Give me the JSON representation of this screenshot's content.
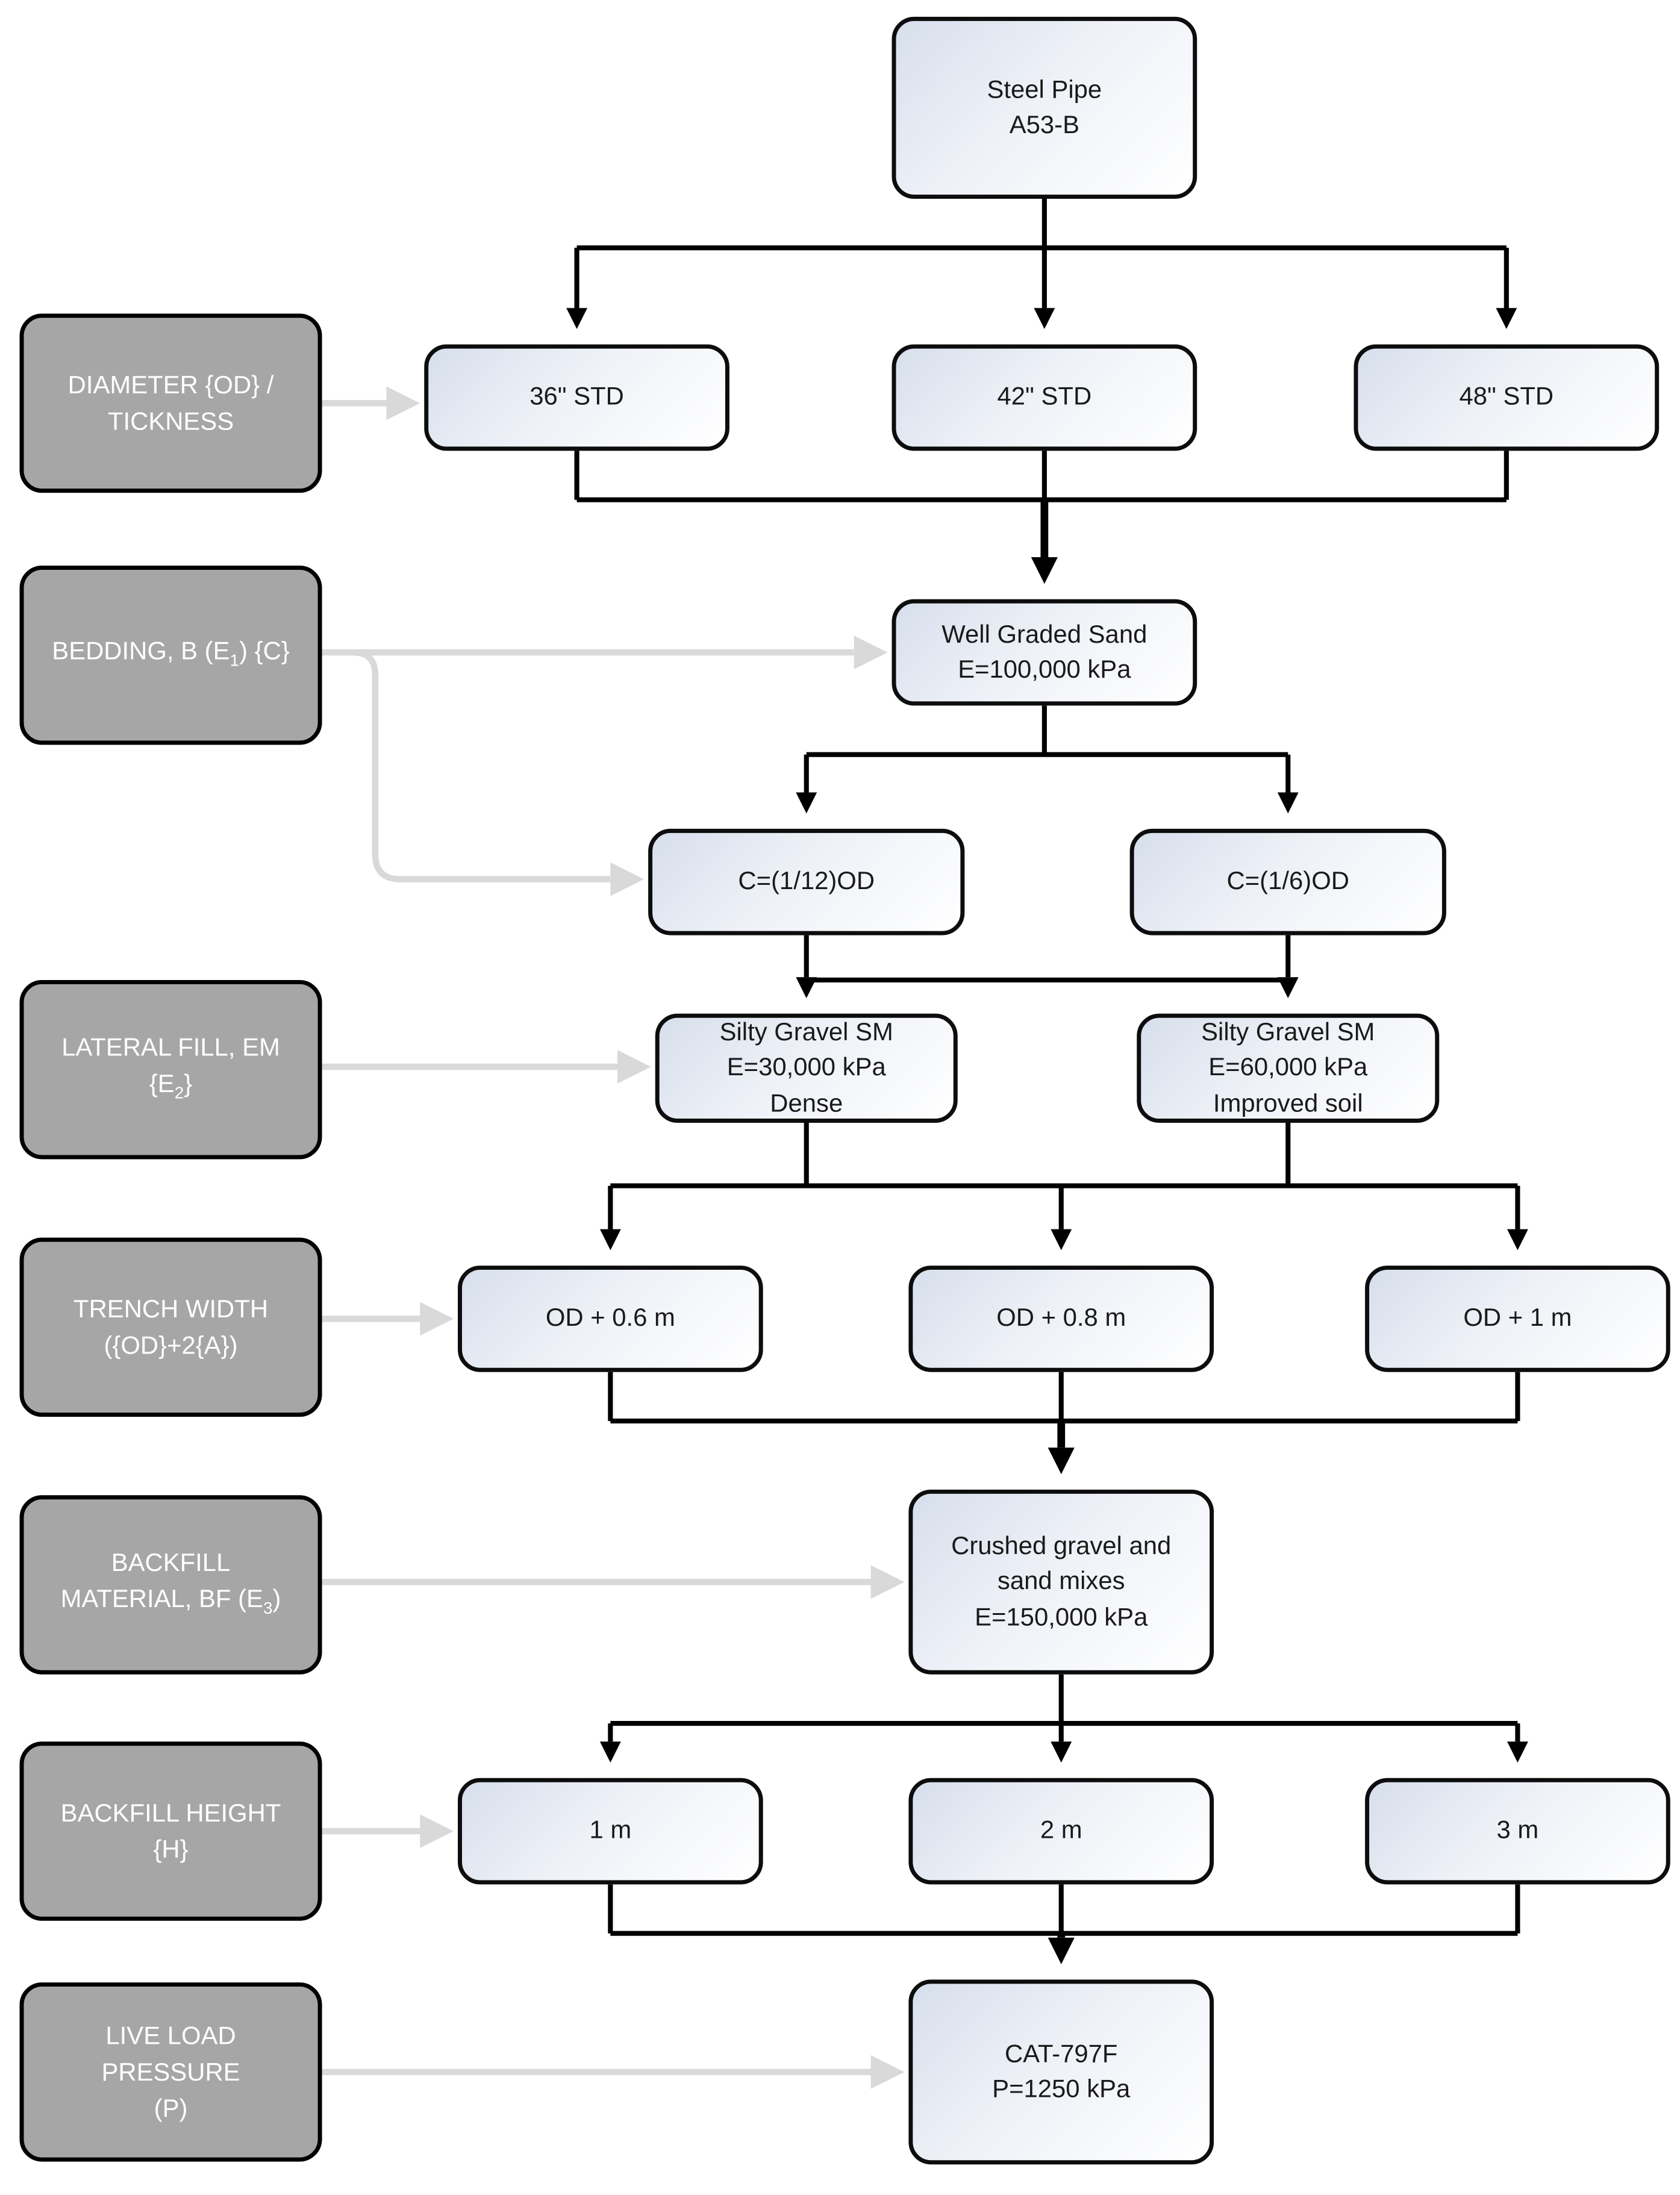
{
  "diagram": {
    "title": "Steel pipe trench installation parameter flowchart",
    "colors": {
      "node_border": "#0d0d0d",
      "node_fill_gradient_start": "#d7dfec",
      "node_fill_gradient_end": "#ffffff",
      "label_box_fill": "#a6a6a6",
      "label_box_text": "#ffffff",
      "flow_line": "#000000",
      "label_arrow": "#d9d9d9"
    },
    "labels": {
      "diameter": {
        "lines": [
          "DIAMETER {OD} /",
          "TICKNESS"
        ]
      },
      "bedding": {
        "pre": "BEDDING, B (E",
        "sub": "1",
        "post": ") {C}"
      },
      "lateral_fill": {
        "line1": "LATERAL FILL, EM",
        "pre": "{E",
        "sub": "2",
        "post": "}"
      },
      "trench_width": {
        "lines": [
          "TRENCH WIDTH",
          "({OD}+2{A})"
        ]
      },
      "backfill_material": {
        "line1": "BACKFILL",
        "pre": "MATERIAL, BF (E",
        "sub": "3",
        "post": ")"
      },
      "backfill_height": {
        "lines": [
          "BACKFILL HEIGHT",
          "{H}"
        ]
      },
      "live_load": {
        "lines": [
          "LIVE LOAD",
          "PRESSURE",
          "(P)"
        ]
      }
    },
    "nodes": {
      "steel_pipe": {
        "lines": [
          "Steel Pipe",
          "A53-B"
        ]
      },
      "std_36": {
        "lines": [
          "36\" STD"
        ]
      },
      "std_42": {
        "lines": [
          "42\" STD"
        ]
      },
      "std_48": {
        "lines": [
          "48\" STD"
        ]
      },
      "well_graded_sand": {
        "lines": [
          "Well Graded Sand",
          "E=100,000 kPa"
        ]
      },
      "c_1_12": {
        "lines": [
          "C=(1/12)OD"
        ]
      },
      "c_1_6": {
        "lines": [
          "C=(1/6)OD"
        ]
      },
      "silty_dense": {
        "lines": [
          "Silty Gravel SM",
          "E=30,000 kPa",
          "Dense"
        ]
      },
      "silty_improved": {
        "lines": [
          "Silty Gravel SM",
          "E=60,000 kPa",
          "Improved soil"
        ]
      },
      "od_06": {
        "lines": [
          "OD + 0.6 m"
        ]
      },
      "od_08": {
        "lines": [
          "OD + 0.8 m"
        ]
      },
      "od_1": {
        "lines": [
          "OD + 1 m"
        ]
      },
      "crushed_gravel": {
        "lines": [
          "Crushed gravel and",
          "sand mixes",
          "E=150,000 kPa"
        ]
      },
      "height_1m": {
        "lines": [
          "1 m"
        ]
      },
      "height_2m": {
        "lines": [
          "2 m"
        ]
      },
      "height_3m": {
        "lines": [
          "3 m"
        ]
      },
      "cat_797f": {
        "lines": [
          "CAT-797F",
          "P=1250 kPa"
        ]
      }
    }
  }
}
